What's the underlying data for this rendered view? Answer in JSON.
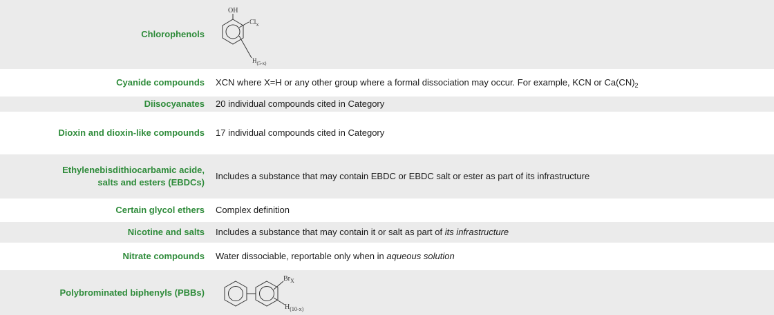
{
  "rows": {
    "chlorophenols": {
      "category": "Chlorophenols",
      "structure": {
        "oh": "OH",
        "cl": "Cl",
        "cl_sub": "x",
        "h": "H",
        "h_sub": "(5-x)"
      }
    },
    "cyanide": {
      "category": "Cyanide compounds",
      "description": "XCN where X=H or any other group where a formal dissociation may occur. For example, KCN or Ca(CN)",
      "description_sub": "2"
    },
    "diisocyanates": {
      "category": "Diisocyanates",
      "description": "20 individual compounds cited in Category"
    },
    "dioxin": {
      "category": "Dioxin and dioxin-like compounds",
      "description": "17 individual compounds cited in Category"
    },
    "ebdc": {
      "category_line1": "Ethylenebisdithiocarbamic acide,",
      "category_line2": "salts and esters (EBDCs)",
      "description": "Includes a substance that may contain EBDC or EBDC salt or ester as part of its infrastructure"
    },
    "glycol": {
      "category": "Certain glycol ethers",
      "description": "Complex definition"
    },
    "nicotine": {
      "category": "Nicotine and salts",
      "description_plain": "Includes a substance that may contain it or salt as part of ",
      "description_italic": "its infrastructure"
    },
    "nitrate": {
      "category": "Nitrate compounds",
      "description_plain": "Water dissociable, reportable only when in ",
      "description_italic": "aqueous solution"
    },
    "pbb": {
      "category": "Polybrominated biphenyls (PBBs)",
      "structure": {
        "br": "Br",
        "br_sub": "X",
        "h": "H",
        "h_sub": "(10-x)"
      }
    }
  }
}
